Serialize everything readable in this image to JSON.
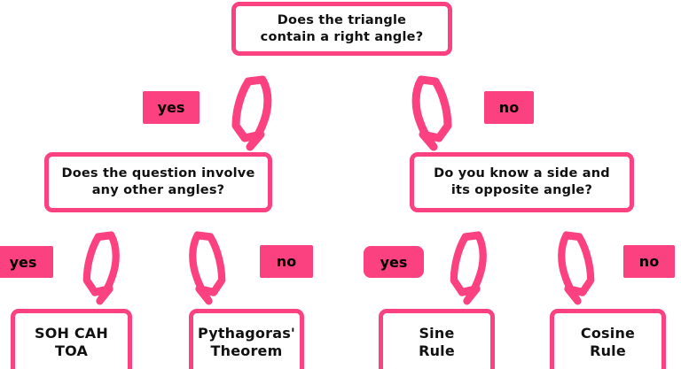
{
  "diagram": {
    "title_node": {
      "id": "root-question",
      "line1": "Does the triangle",
      "line2": "contain a right angle?"
    },
    "level2": [
      {
        "id": "left-question",
        "line1": "Does the question involve",
        "line2": "any other angles?"
      },
      {
        "id": "right-question",
        "line1": "Do you know a side and",
        "line2": "its opposite angle?"
      }
    ],
    "outcomes": [
      {
        "id": "soh-cah-toa",
        "line1": "SOH CAH",
        "line2": "TOA"
      },
      {
        "id": "pythagoras-theorem",
        "line1": "Pythagoras'",
        "line2": "Theorem"
      },
      {
        "id": "sine-rule",
        "line1": "Sine",
        "line2": "Rule"
      },
      {
        "id": "cosine-rule",
        "line1": "Cosine",
        "line2": "Rule"
      }
    ],
    "branch_labels": {
      "root_yes": "yes",
      "root_no": "no",
      "left_yes": "yes",
      "left_no": "no",
      "right_yes": "yes",
      "right_no": "no"
    },
    "colors": {
      "accent": "#fb4180",
      "text": "#111111",
      "background": "#ffffff",
      "chip_text": "#000000"
    },
    "icons": {
      "arrow_down_left": "curved-arrow-down-left-icon",
      "arrow_down_right": "curved-arrow-down-right-icon"
    }
  }
}
